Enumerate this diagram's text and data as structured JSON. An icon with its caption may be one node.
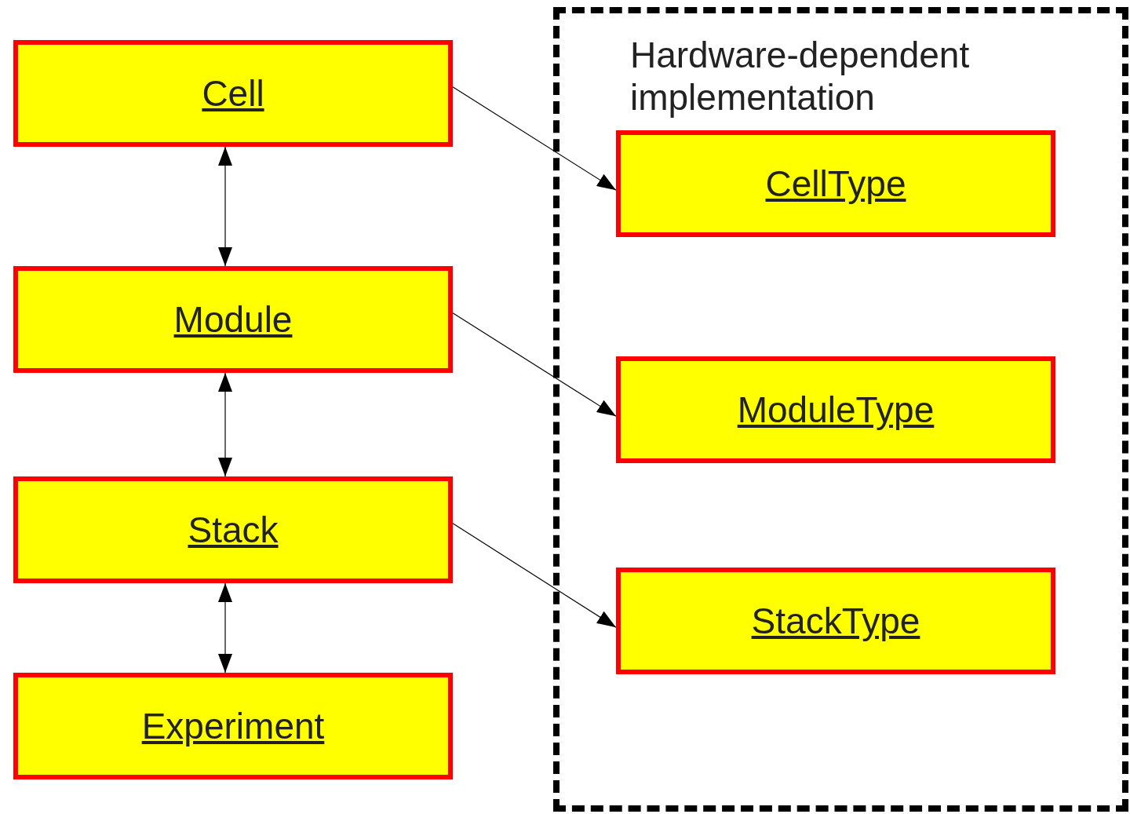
{
  "diagram": {
    "nodes": [
      {
        "text": [
          "Cell"
        ]
      },
      {
        "text": [
          "Module"
        ]
      },
      {
        "text": [
          "Stack"
        ]
      },
      {
        "text": [
          "Experiment"
        ]
      },
      {
        "text": [
          "Hardware-dependent implementation"
        ]
      },
      {
        "text": [
          "CellType"
        ],
        "in": 4
      },
      {
        "text": [
          "ModuleType"
        ],
        "in": 4
      },
      {
        "text": [
          "StackType"
        ],
        "in": 4
      }
    ],
    "edges": [
      {
        "from": 0,
        "to": 1,
        "arrow": "both"
      },
      {
        "from": 1,
        "to": 2,
        "arrow": "both"
      },
      {
        "from": 2,
        "to": 3,
        "arrow": "both"
      },
      {
        "from": 0,
        "to": 5,
        "arrow": "to"
      },
      {
        "from": 1,
        "to": 6,
        "arrow": "to"
      },
      {
        "from": 2,
        "to": 7,
        "arrow": "to"
      }
    ]
  }
}
